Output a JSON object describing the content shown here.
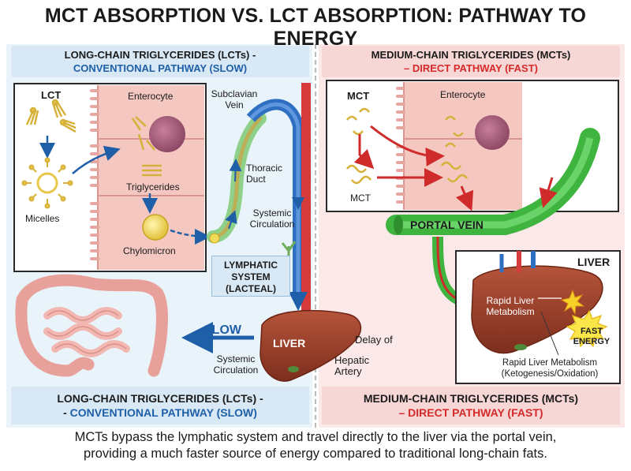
{
  "title": "MCT ABSORPTION VS. LCT ABSORPTION: PATHWAY TO ENERGY",
  "left_header": {
    "line1": "LONG-CHAIN TRIGLYCERIDES (LCTs) -",
    "line2": "CONVENTIONAL PATHWAY (SLOW)"
  },
  "right_header": {
    "line1": "MEDIUM-CHAIN TRIGLYCERIDES (MCTs)",
    "line2": "– DIRECT PATHWAY (FAST)"
  },
  "left_footer": {
    "line1": "LONG-CHAIN TRIGLYCERIDES (LCTs) -",
    "line2_prefix": "- ",
    "line2": "CONVENTIONAL PATHWAY (SLOW)"
  },
  "right_footer": {
    "line1": "MEDIUM-CHAIN TRIGLYCERIDES (MCTs)",
    "line2": "– DIRECT PATHWAY (FAST)"
  },
  "left_labels": {
    "lct": "LCT",
    "enterocyte": "Enterocyte",
    "micelles": "Micelles",
    "triglycerides": "Triglycerides",
    "chylomicron": "Chylomicron",
    "subclavian_vein": "Subclavian Vein",
    "thoracic_duct": "Thoracic Duct",
    "systemic_circulation_top": "Systemic Circulation",
    "lymphatic_system": "LYMPHATIC SYSTEM (LACTEAL)",
    "slow": "SLOW",
    "systemic_circulation_bottom": "Systemic Circulation",
    "liver": "LIVER",
    "delay_of": "Delay of",
    "hepatic_artery": "Hepatic Artery"
  },
  "right_labels": {
    "mct_top": "MCT",
    "enterocyte": "Enterocyte",
    "mct_bottom": "MCT",
    "portal_vein": "PORTAL VEIN",
    "liver": "LIVER",
    "rapid_metabolism": "Rapid Liver Metabolism",
    "fast_energy": "FAST ENERGY",
    "rapid_metabolism_detail": "Rapid Liver Metabolism (Ketogenesis/Oxidation)"
  },
  "caption": {
    "line1": "MCTs bypass the lymphatic system and travel directly to the liver via the portal vein,",
    "line2": "providing a much faster source of energy compared to traditional long-chain fats."
  },
  "colors": {
    "blue_accent": "#1f5fa8",
    "red_accent": "#d42a2a",
    "portal_green": "#3cb83c",
    "liver_brown": "#a3452d",
    "enterocyte_pink": "#f4c7c0"
  }
}
